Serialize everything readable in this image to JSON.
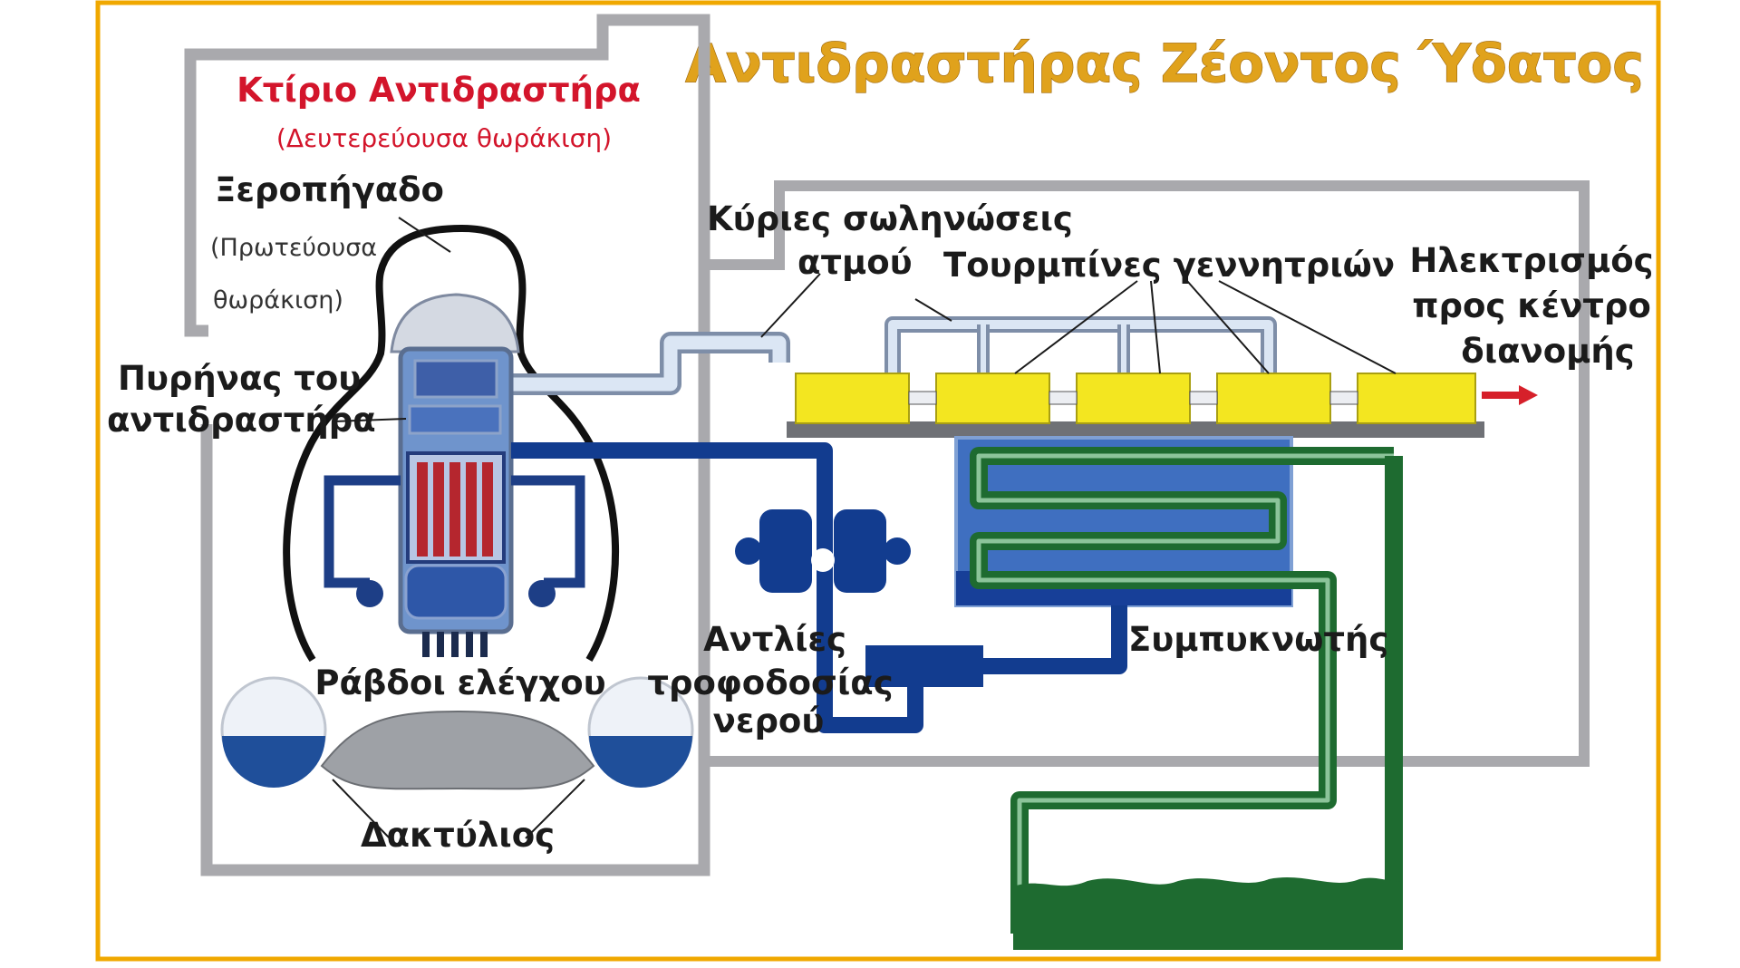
{
  "title": "Αντιδραστήρας Ζέοντος Ύδατος",
  "labels": {
    "reactor_building": "Κτίριο Αντιδραστήρα",
    "reactor_building_sub": "(Δευτερεύουσα θωράκιση)",
    "drywell": "Ξεροπήγαδο",
    "drywell_sub_1": "(Πρωτεύουσα",
    "drywell_sub_2": "θωράκιση)",
    "core_1": "Πυρήνας του",
    "core_2": "αντιδραστήρα",
    "control_rods": "Ράβδοι ελέγχου",
    "torus": "Δακτύλιος",
    "steam_lines_1": "Κύριες σωληνώσεις",
    "steam_lines_2": "ατμού",
    "turbines": "Τουρμπίνες γεννητριών",
    "electricity_1": "Ηλεκτρισμός",
    "electricity_2": "προς κέντρο",
    "electricity_3": "διανομής",
    "pumps_1": "Αντλίες",
    "pumps_2": "τροφοδοσίας",
    "pumps_3": "νερού",
    "condenser": "Συμπυκνωτής"
  },
  "colors": {
    "frame": "#f0a800",
    "title": "#e0a21c",
    "building_wall": "#a9a9ad",
    "steam_pipe": "#dbe6f4",
    "feedwater_pipe": "#123c8f",
    "cooling_pipe": "#1e6b30",
    "turbine": "#f3e620",
    "arrow": "#d6202a",
    "label_red": "#d3152b"
  }
}
